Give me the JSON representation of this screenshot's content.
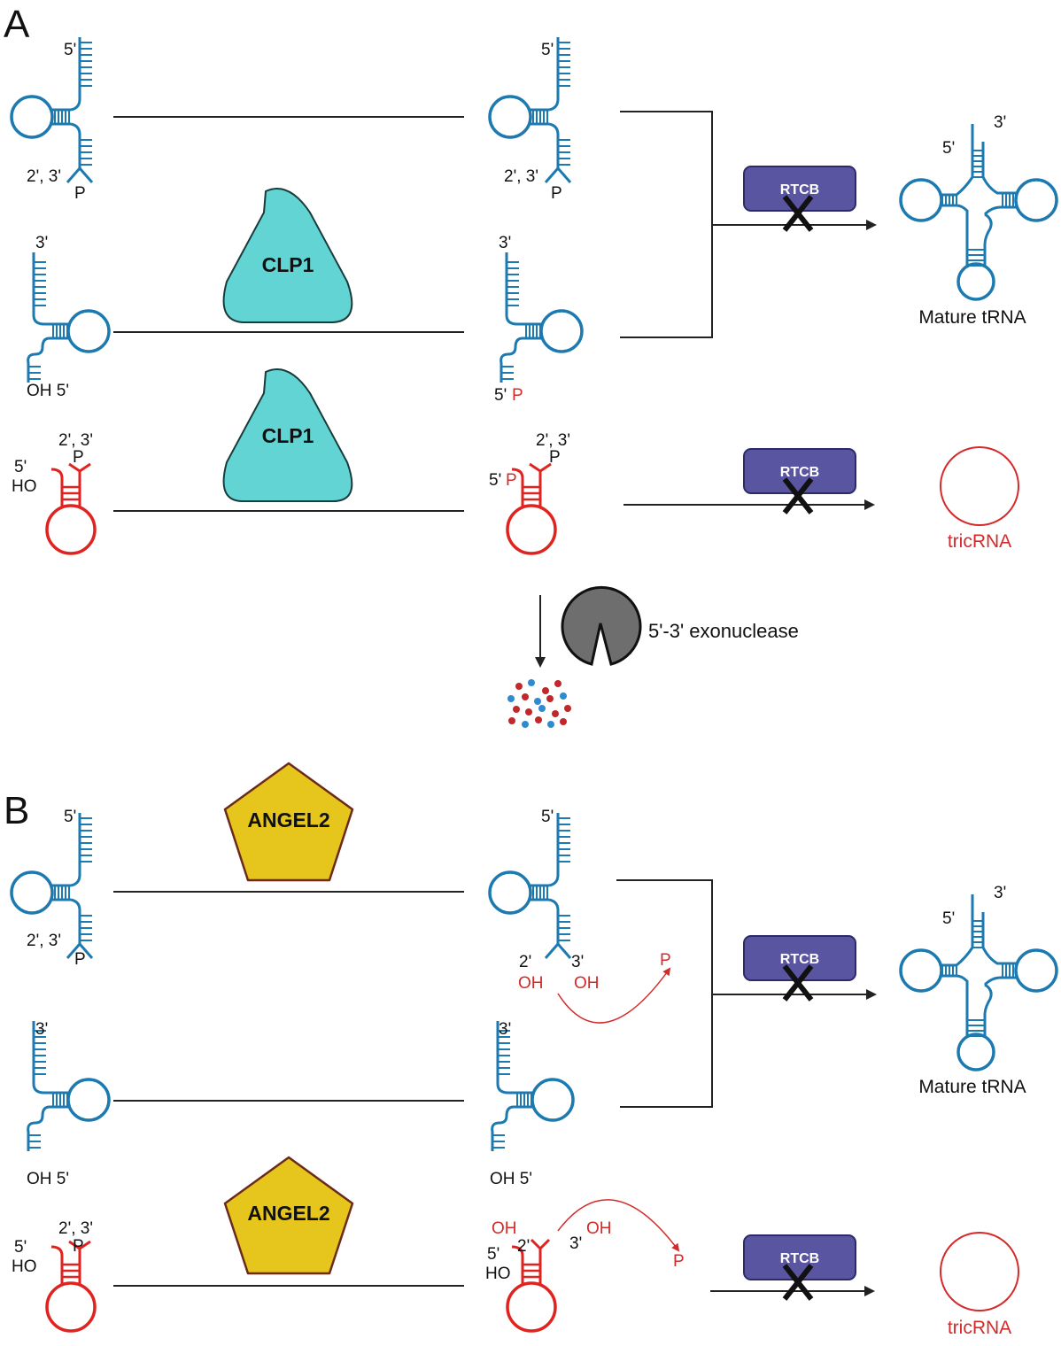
{
  "panel_a": {
    "label": "A",
    "row1": {
      "left_5": "5'",
      "left_23": "2', 3'",
      "left_p": "P",
      "right_5": "5'",
      "right_23": "2', 3'",
      "right_p": "P"
    },
    "row2": {
      "left_3": "3'",
      "left_oh5": "OH 5'",
      "right_3": "3'",
      "right_5": "5'",
      "right_p": "P"
    },
    "row3": {
      "left_5": "5'",
      "left_ho": "HO",
      "left_23": "2', 3'",
      "left_p": "P",
      "right_5": "5'",
      "right_p5": "P",
      "right_23": "2', 3'",
      "right_p": "P"
    },
    "enzyme1": "CLP1",
    "enzyme2": "CLP1",
    "rtcb1": "RTCB",
    "rtcb2": "RTCB",
    "product1": "Mature tRNA",
    "product1_5": "5'",
    "product1_3": "3'",
    "product2": "tricRNA",
    "exonuclease": "5'-3' exonuclease"
  },
  "panel_b": {
    "label": "B",
    "row1": {
      "left_5": "5'",
      "left_23": "2', 3'",
      "left_p": "P",
      "right_5": "5'",
      "right_2": "2'",
      "right_3": "3'",
      "right_oh2": "OH",
      "right_oh3": "OH",
      "released_p": "P"
    },
    "row2": {
      "left_3": "3'",
      "left_oh5": "OH 5'",
      "right_3": "3'",
      "right_oh5": "OH 5'"
    },
    "row3": {
      "left_5": "5'",
      "left_ho": "HO",
      "left_23": "2', 3'",
      "left_p": "P",
      "right_oh2": "OH",
      "right_oh3": "OH",
      "right_2": "2'",
      "right_3": "3'",
      "right_5": "5'",
      "right_ho": "HO",
      "released_p": "P"
    },
    "enzyme1": "ANGEL2",
    "enzyme2": "ANGEL2",
    "rtcb1": "RTCB",
    "rtcb2": "RTCB",
    "product1": "Mature tRNA",
    "product1_5": "5'",
    "product1_3": "3'",
    "product2": "tricRNA"
  },
  "colors": {
    "blue_rna": "#1d7ab0",
    "red_rna": "#e0231f",
    "red_text": "#d42a2a",
    "clp1": "#62d4d4",
    "angel2": "#e6c51c",
    "rtcb": "#5a55a0",
    "exonuclease": "#6e6e6e"
  }
}
